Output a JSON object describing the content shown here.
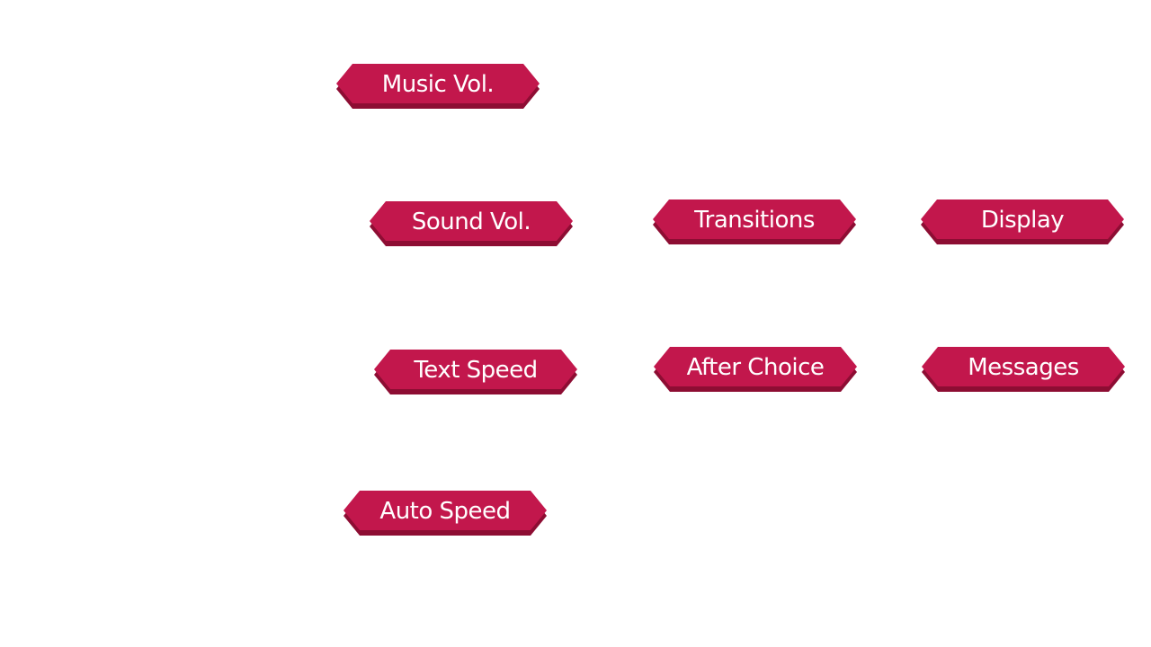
{
  "options_menu": {
    "music_vol": "Music Vol.",
    "sound_vol": "Sound Vol.",
    "text_speed": "Text Speed",
    "auto_speed": "Auto Speed",
    "transitions": "Transitions",
    "after_choice": "After Choice",
    "display": "Display",
    "messages": "Messages"
  },
  "colors": {
    "button_face": "#c2174c",
    "button_shadow": "#8d0d33",
    "label": "#ffffff",
    "background": "#ffffff"
  }
}
